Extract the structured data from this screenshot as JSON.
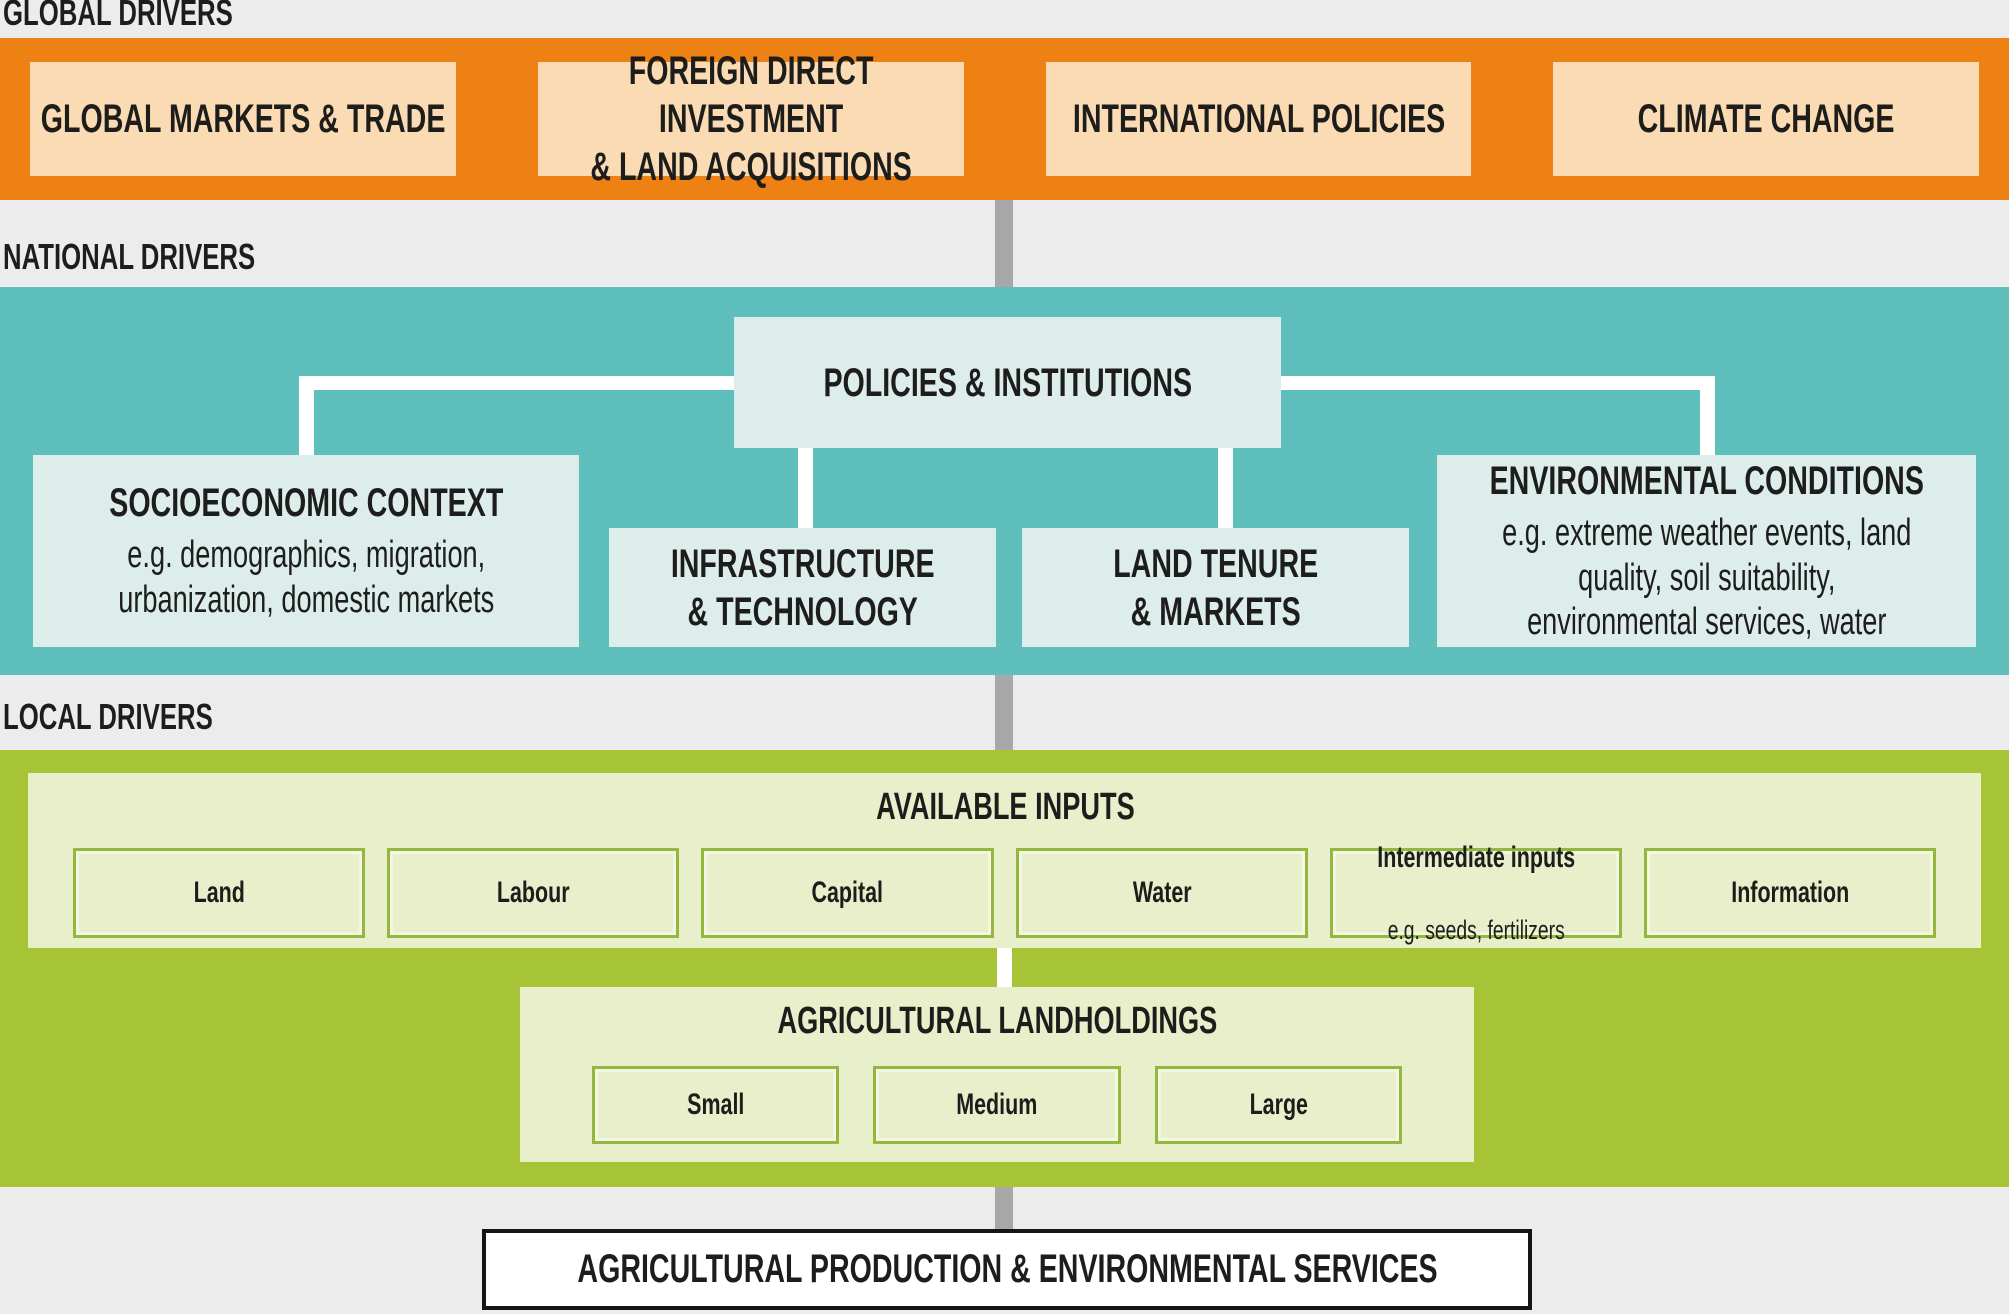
{
  "colors": {
    "background": "#ececec",
    "global_band": "#ee8113",
    "global_box": "#fbdbb3",
    "national_band": "#5ebfbd",
    "national_box": "#ddedec",
    "local_band": "#a7c437",
    "local_box": "#e9eecb",
    "local_box_border": "#94b83d",
    "connector_gray": "#a8a8a8",
    "connector_white": "#ffffff",
    "outcome_border": "#151515",
    "text": "#1d1d1b"
  },
  "global": {
    "label": "GLOBAL DRIVERS",
    "boxes": [
      "GLOBAL MARKETS & TRADE",
      "FOREIGN DIRECT INVESTMENT\n& LAND ACQUISITIONS",
      "INTERNATIONAL POLICIES",
      "CLIMATE CHANGE"
    ]
  },
  "national": {
    "label": "NATIONAL DRIVERS",
    "policies": "POLICIES & INSTITUTIONS",
    "socioeconomic": {
      "title": "SOCIOECONOMIC CONTEXT",
      "body": "e.g. demographics, migration,\nurbanization, domestic markets"
    },
    "infrastructure": "INFRASTRUCTURE\n& TECHNOLOGY",
    "land_tenure": "LAND TENURE\n& MARKETS",
    "environmental": {
      "title": "ENVIRONMENTAL CONDITIONS",
      "body": "e.g. extreme weather events, land\nquality, soil suitability,\nenvironmental services, water"
    }
  },
  "local": {
    "label": "LOCAL DRIVERS",
    "available_inputs": {
      "title": "AVAILABLE INPUTS",
      "inputs": [
        {
          "label": "Land"
        },
        {
          "label": "Labour"
        },
        {
          "label": "Capital"
        },
        {
          "label": "Water"
        },
        {
          "label": "Intermediate inputs",
          "sub": "e.g. seeds, fertilizers"
        },
        {
          "label": "Information"
        }
      ]
    },
    "landholdings": {
      "title": "AGRICULTURAL LANDHOLDINGS",
      "sizes": [
        {
          "label": "Small"
        },
        {
          "label": "Medium"
        },
        {
          "label": "Large"
        }
      ]
    }
  },
  "outcome": {
    "label": "AGRICULTURAL PRODUCTION & ENVIRONMENTAL SERVICES"
  }
}
